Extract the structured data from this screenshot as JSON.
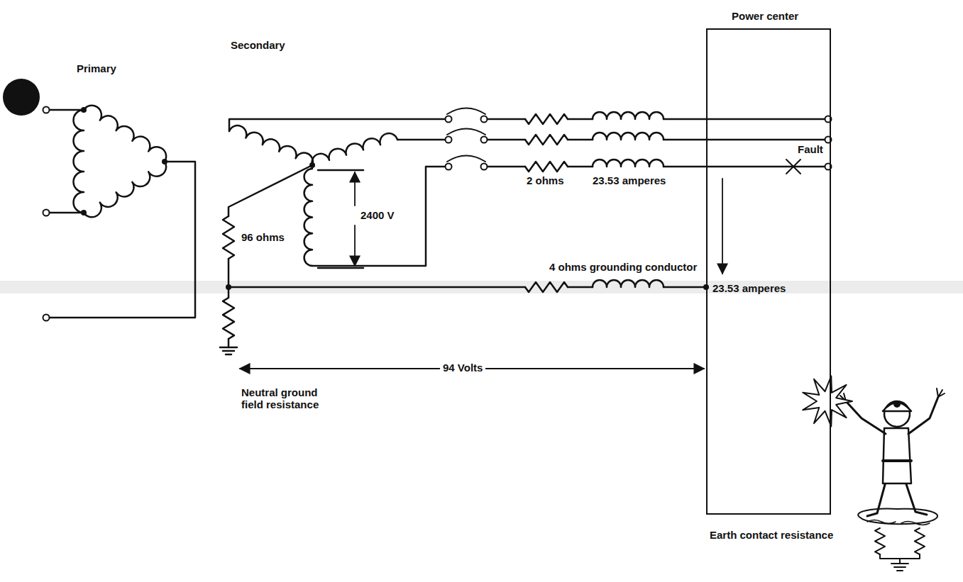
{
  "diagram": {
    "nodes": [
      {
        "text": [
          "Power center"
        ]
      }
    ],
    "labels": [
      "Primary",
      "Secondary",
      "2400 V",
      "2 ohms",
      "23.53 amperes",
      "Fault",
      "96 ohms",
      "4 ohms grounding conductor",
      "23.53 amperes",
      "94 Volts",
      "Neutral ground field resistance",
      "Earth contact resistance"
    ]
  }
}
